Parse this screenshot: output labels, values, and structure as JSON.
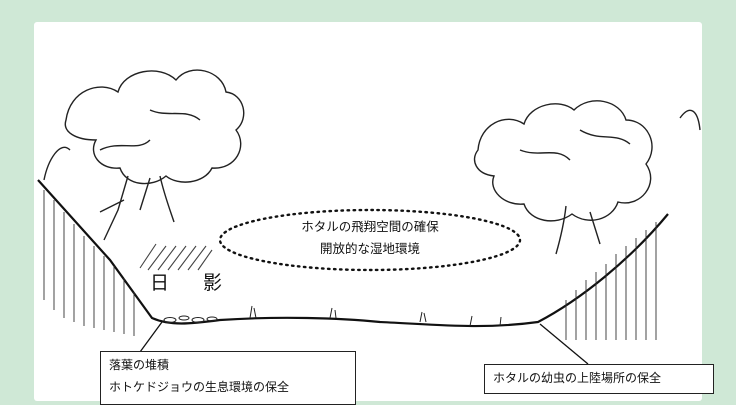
{
  "ellipse_label": {
    "line1": "ホタルの飛翔空間の確保",
    "line2": "開放的な湿地環境"
  },
  "shade_label": "日 影",
  "callout_left": {
    "line1": "落葉の堆積",
    "line2": "ホトケドジョウの生息環境の保全"
  },
  "callout_right": {
    "line1": "ホタルの幼虫の上陸場所の保全"
  },
  "colors": {
    "background": "#cfe8d6",
    "ink": "#111111"
  }
}
